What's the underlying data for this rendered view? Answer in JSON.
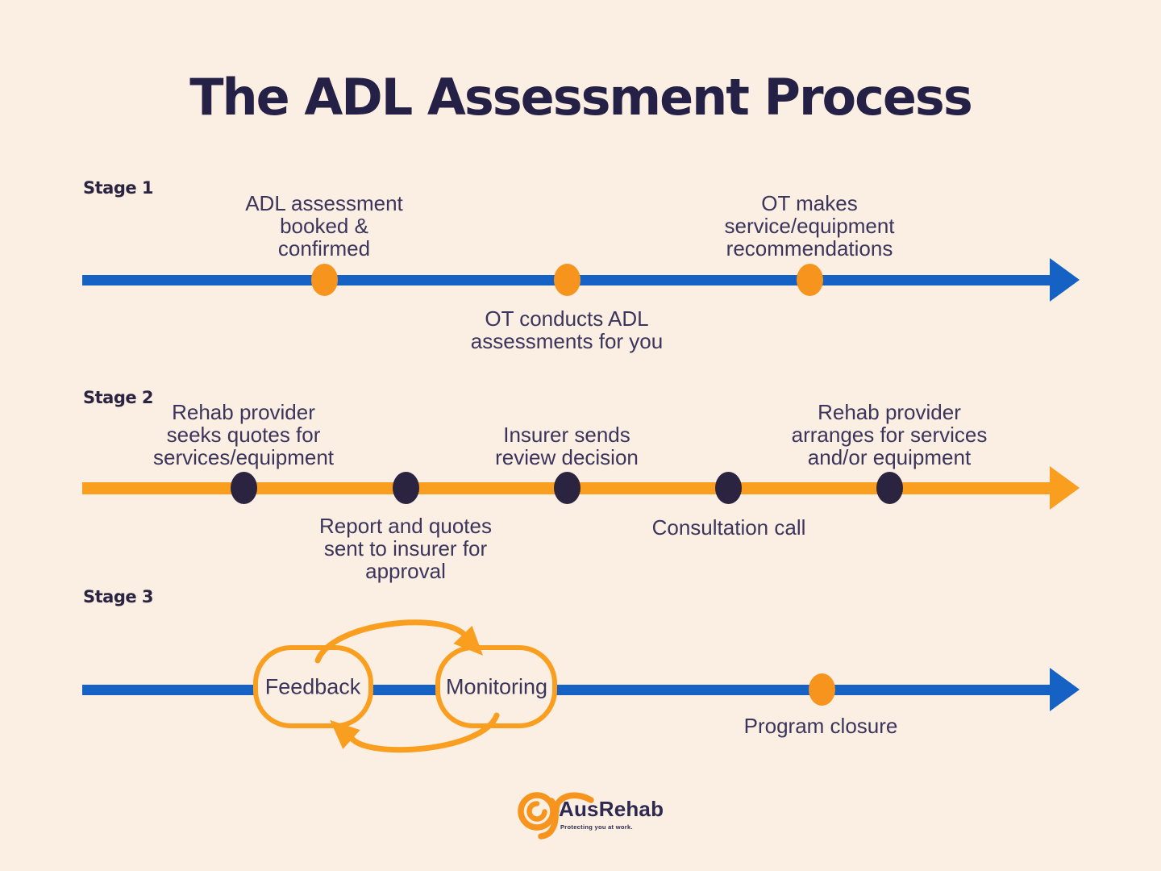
{
  "title": "The ADL Assessment Process",
  "colors": {
    "background": "#FBEEE2",
    "blue": "#1562C4",
    "orange": "#F7941E",
    "orange_light": "#F99E1F",
    "navy": "#2B2440",
    "text": "#3B355C",
    "title": "#252046",
    "logo_text": "#2E2950"
  },
  "stages": [
    {
      "label": "Stage 1",
      "events": [
        {
          "label": "ADL assessment\nbooked &\nconfirmed",
          "position": "above"
        },
        {
          "label": "OT conducts ADL\nassessments for you",
          "position": "below"
        },
        {
          "label": "OT makes\nservice/equipment\nrecommendations",
          "position": "above"
        }
      ]
    },
    {
      "label": "Stage 2",
      "events": [
        {
          "label": "Rehab provider\nseeks quotes for\nservices/equipment",
          "position": "above"
        },
        {
          "label": "Report and quotes\nsent to insurer for\napproval",
          "position": "below"
        },
        {
          "label": "Insurer sends\nreview decision",
          "position": "above"
        },
        {
          "label": "Consultation call",
          "position": "below"
        },
        {
          "label": "Rehab provider\narranges for services\nand/or equipment",
          "position": "above"
        }
      ]
    },
    {
      "label": "Stage 3",
      "loop": {
        "left": "Feedback",
        "right": "Monitoring"
      },
      "events": [
        {
          "label": "Program closure",
          "position": "below"
        }
      ]
    }
  ],
  "logo": {
    "name": "AusRehab",
    "tagline": "Protecting you at work."
  }
}
